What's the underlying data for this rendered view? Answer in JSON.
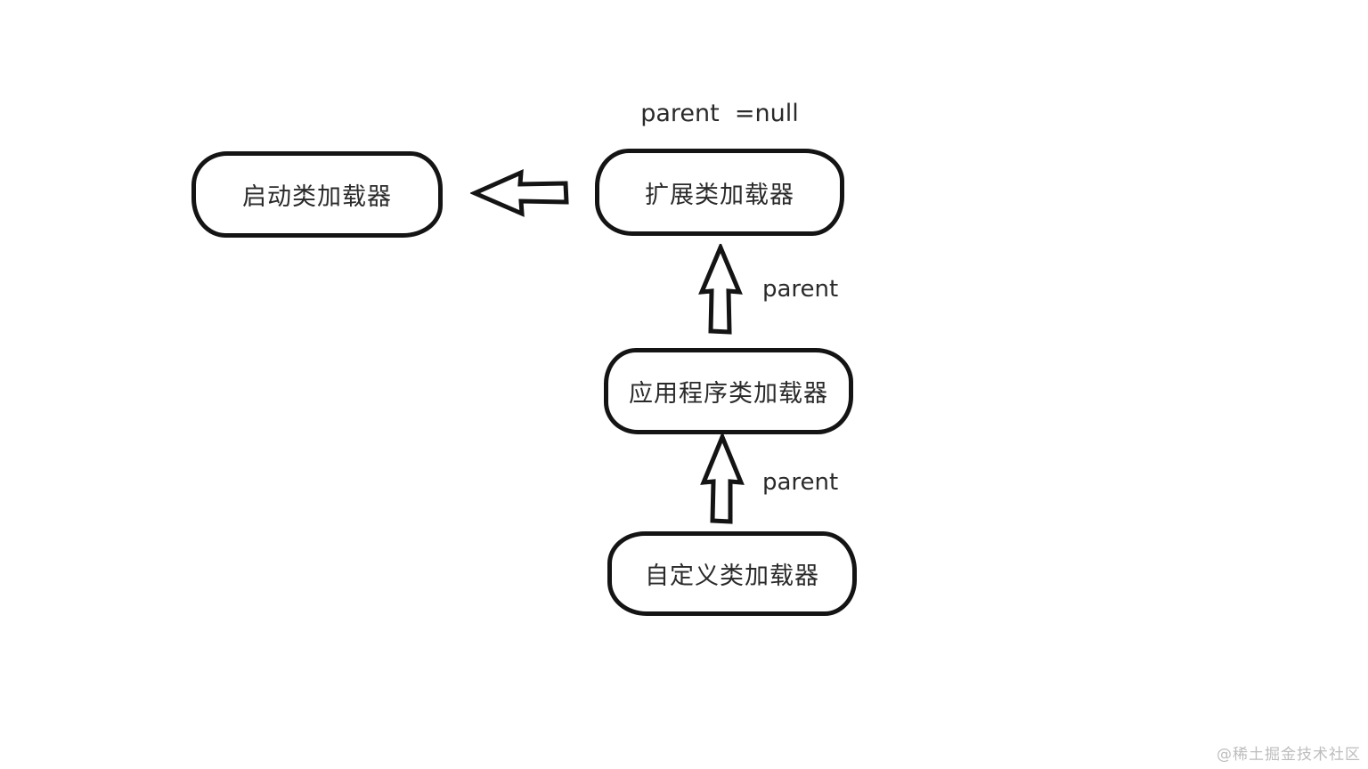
{
  "diagram": {
    "type": "flowchart",
    "topic": "Java class loader parent delegation hierarchy",
    "parent_null_label": "parent  =null",
    "nodes": [
      {
        "id": "bootstrap",
        "label": "启动类加载器"
      },
      {
        "id": "extension",
        "label": "扩展类加载器"
      },
      {
        "id": "application",
        "label": "应用程序类加载器"
      },
      {
        "id": "custom",
        "label": "自定义类加载器"
      }
    ],
    "edges": [
      {
        "from": "extension",
        "to": "bootstrap",
        "direction": "left",
        "label": ""
      },
      {
        "from": "application",
        "to": "extension",
        "direction": "up",
        "label": "parent"
      },
      {
        "from": "custom",
        "to": "application",
        "direction": "up",
        "label": "parent"
      }
    ]
  },
  "watermark": {
    "text": "@稀土掘金技术社区"
  },
  "colors": {
    "background": "#ffffff",
    "stroke": "#141414",
    "text": "#2a2a2a",
    "watermark": "#bdbdbd"
  }
}
